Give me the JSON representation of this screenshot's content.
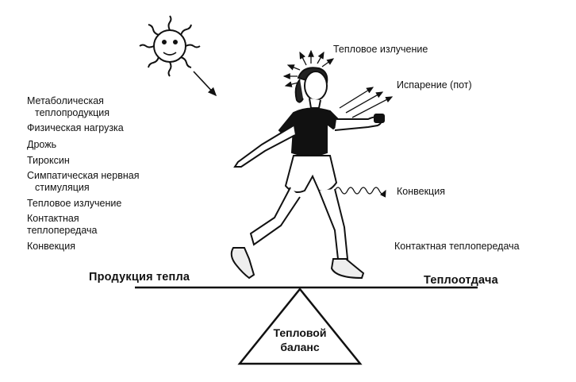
{
  "left_factors": {
    "items": [
      [
        "Метаболическая",
        "теплопродукция"
      ],
      [
        "Физическая нагрузка"
      ],
      [
        "Дрожь"
      ],
      [
        "Тироксин"
      ],
      [
        "Симпатическая нервная",
        "стимуляция"
      ],
      [
        "Тепловое излучение"
      ],
      [
        "Контактная",
        "теплопередача"
      ],
      [
        "Конвекция"
      ]
    ]
  },
  "right_labels": {
    "radiation": "Тепловое излучение",
    "evaporation": "Испарение (пот)",
    "convection": "Конвекция",
    "contact": "Контактная теплопередача"
  },
  "balance": {
    "left": "Продукция тепла",
    "right": "Теплоотдача",
    "center_line1": "Тепловой",
    "center_line2": "баланс"
  }
}
